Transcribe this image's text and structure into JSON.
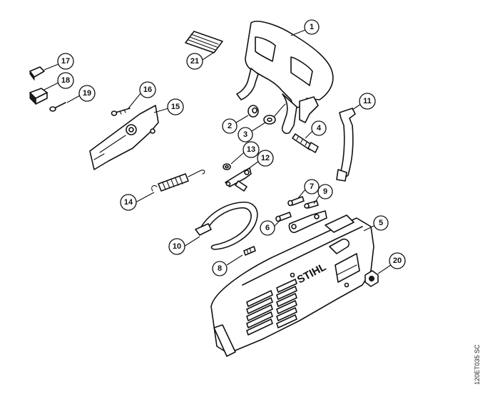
{
  "callouts": [
    {
      "label": "1"
    },
    {
      "label": "2"
    },
    {
      "label": "3"
    },
    {
      "label": "4"
    },
    {
      "label": "5"
    },
    {
      "label": "6"
    },
    {
      "label": "7"
    },
    {
      "label": "8"
    },
    {
      "label": "9"
    },
    {
      "label": "10"
    },
    {
      "label": "11"
    },
    {
      "label": "12"
    },
    {
      "label": "13"
    },
    {
      "label": "14"
    },
    {
      "label": "15"
    },
    {
      "label": "16"
    },
    {
      "label": "17"
    },
    {
      "label": "18"
    },
    {
      "label": "19"
    },
    {
      "label": "20"
    },
    {
      "label": "21"
    }
  ],
  "brand_text": "STIHL",
  "doc_code": "120ET035 SC"
}
